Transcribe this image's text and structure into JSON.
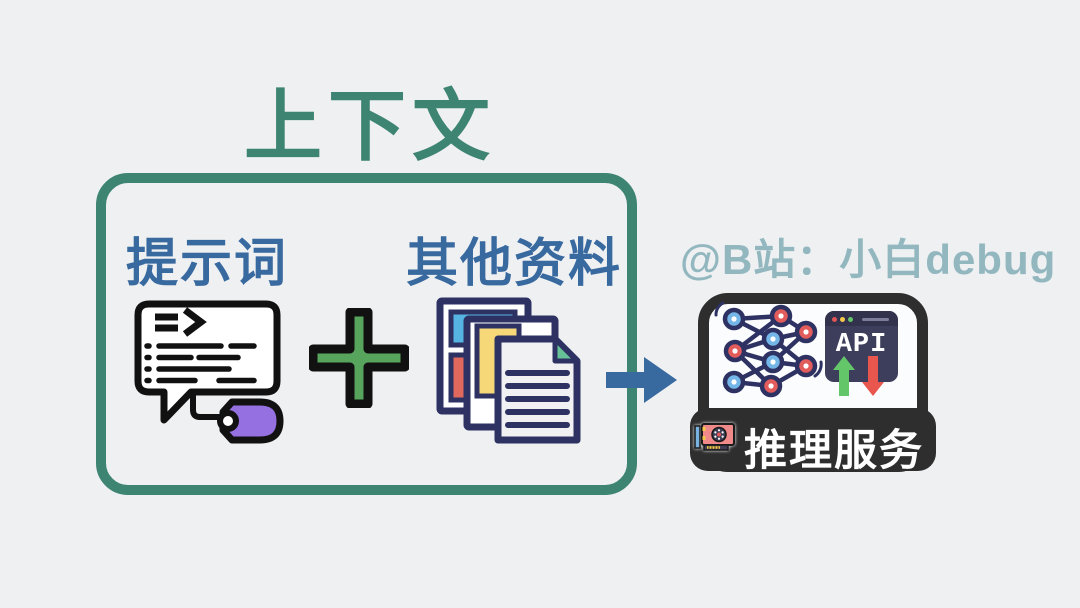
{
  "title": "上下文",
  "context_box": {
    "prompt_label": "提示词",
    "other_materials_label": "其他资料"
  },
  "watermark": "@B站：小白debug",
  "service_box": {
    "api_label": "API",
    "service_label": "推理服务"
  },
  "icons": {
    "prompt_bubble": "speech-bubble-with-prompt-symbol-and-purple-mouse",
    "plus": "green-plus-sign",
    "documents": "stack-of-three-documents",
    "flow_arrow": "blue-right-arrow",
    "neural_network": "neural-network-nodes",
    "api_window": "browser-window-labeled-API",
    "upload_arrow": "green-up-arrow",
    "download_arrow": "red-down-arrow",
    "gpu": "gpu-graphics-card"
  },
  "colors": {
    "background": "#eef0f2",
    "green": "#3e8472",
    "blue": "#38699f",
    "teal": "#92b7bf",
    "plus_green": "#57a45c",
    "navy": "#2e3263",
    "doc_blue": "#56b4e2",
    "doc_red": "#e0685c",
    "doc_yellow": "#f7d879",
    "doc_green": "#67c397",
    "purple": "#9570e0",
    "dark": "#2e2e2e",
    "api_navy": "#3d3d5c",
    "api_topbar": "#32324c",
    "up_green": "#63c76a",
    "down_red": "#e8564e",
    "node_blue": "#74b6e8",
    "node_red": "#e25c5c",
    "dot_red": "#e05555",
    "dot_yellow": "#f5c84c",
    "dot_green": "#63c76a"
  }
}
